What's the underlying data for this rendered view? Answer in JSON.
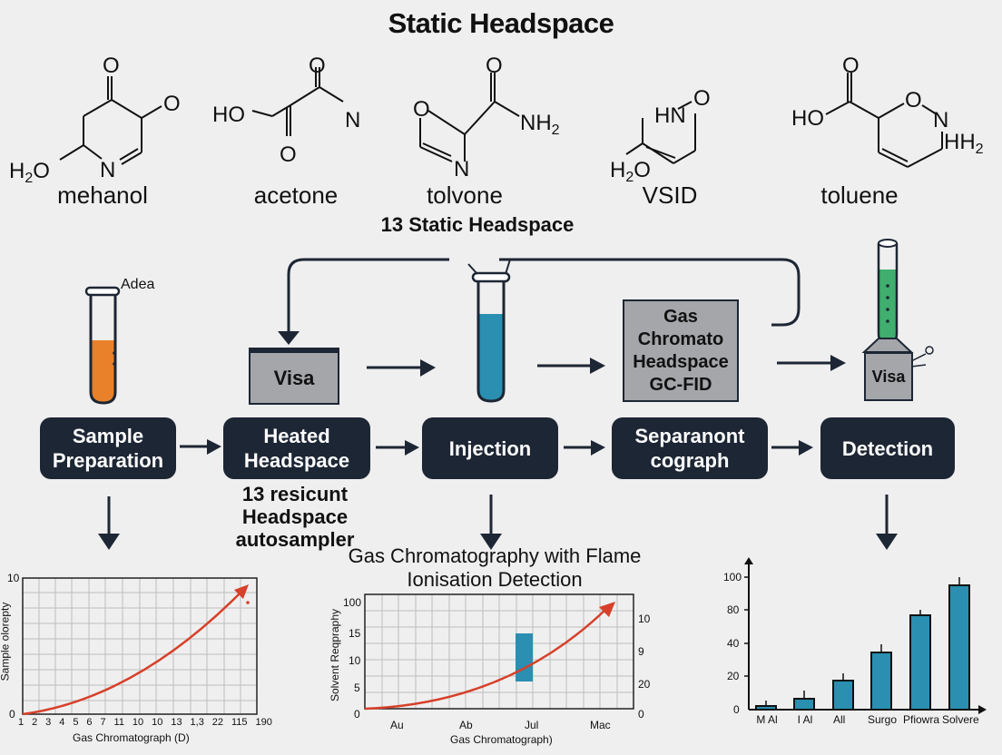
{
  "header": {
    "title": "Static Headspace",
    "subtitle": "13 Static Headspace"
  },
  "molecules": [
    {
      "name": "mehanol",
      "atoms": [
        "O",
        "O",
        "H2O",
        "N"
      ]
    },
    {
      "name": "acetone",
      "atoms": [
        "HO",
        "O",
        "O",
        "N"
      ]
    },
    {
      "name": "tolvone",
      "atoms": [
        "O",
        "O",
        "NH2",
        "N"
      ]
    },
    {
      "name": "VSID",
      "atoms": [
        "HN",
        "O",
        "H2O"
      ]
    },
    {
      "name": "toluene",
      "atoms": [
        "O",
        "HO",
        "O",
        "N",
        "HH2"
      ]
    }
  ],
  "illustrations": {
    "sample_tube_label": "Adea",
    "visa_box_label": "Visa",
    "gc_box_lines": [
      "Gas Chromato",
      "Headspace",
      "GC-FID"
    ],
    "detector_label": "Visa"
  },
  "steps": [
    {
      "label_line1": "Sample",
      "label_line2": "Preparation"
    },
    {
      "label_line1": "Heated",
      "label_line2": "Headspace"
    },
    {
      "label_line1": "Injection",
      "label_line2": ""
    },
    {
      "label_line1": "Separanont",
      "label_line2": "cograph"
    },
    {
      "label_line1": "Detection",
      "label_line2": ""
    }
  ],
  "notes": {
    "heated_headspace": [
      "13 resicunt",
      "Headspace",
      "autosampler"
    ]
  },
  "colors": {
    "dark": "#1d2634",
    "orange": "#e8812a",
    "blue": "#2a8fb0",
    "green": "#3fae6e",
    "gray_box": "#a5a6aa",
    "red_curve": "#d7402a",
    "bar": "#2a8fb0"
  },
  "chart_data": [
    {
      "type": "line",
      "title": "",
      "xlabel": "Gas Chromatograph (D)",
      "ylabel": "Sample olorepty",
      "x_ticks": [
        "1",
        "2",
        "3",
        "4",
        "5",
        "6",
        "7",
        "11",
        "10",
        "10",
        "13",
        "1,3",
        "22",
        "115",
        "190"
      ],
      "y_ticks": [
        "0",
        "10"
      ],
      "ylim": [
        0,
        10
      ],
      "grid": true,
      "series": [
        {
          "name": "curve",
          "x": [
            1,
            2,
            3,
            4,
            5,
            6,
            7,
            8,
            9,
            10,
            11,
            12,
            13,
            14
          ],
          "values": [
            0,
            0.1,
            0.4,
            0.8,
            1.3,
            1.9,
            2.6,
            3.4,
            4.3,
            5.2,
            6.3,
            7.4,
            8.5,
            9.5
          ]
        }
      ]
    },
    {
      "type": "line",
      "title": "Gas Chromatography with Flame Ionisation Detection",
      "xlabel": "Gas Chromatograph)",
      "ylabel": "Solvent Reqpraphy",
      "x_ticks": [
        "Au",
        "Ab",
        "Jul",
        "Mac"
      ],
      "y_ticks_left": [
        "0",
        "5",
        "10",
        "15",
        "100"
      ],
      "y_ticks_right": [
        "0",
        "20",
        "9",
        "10"
      ],
      "grid": true,
      "series": [
        {
          "name": "curve",
          "x": [
            0,
            1,
            2,
            3,
            4,
            5,
            6,
            7,
            8
          ],
          "values": [
            0,
            0.3,
            1,
            2,
            3.5,
            5.5,
            8,
            11,
            14.5
          ]
        }
      ],
      "highlight_bar": {
        "x": "Jul",
        "from": 5,
        "to": 15
      }
    },
    {
      "type": "bar",
      "title": "",
      "categories": [
        "M Al",
        "I Al",
        "All",
        "Surgo",
        "Pfiowra",
        "Solvere"
      ],
      "values": [
        2,
        6,
        17,
        34,
        57,
        95
      ],
      "errors": [
        3,
        5,
        4,
        5,
        4,
        5
      ],
      "y_ticks": [
        "0",
        "20",
        "40",
        "80",
        "100"
      ],
      "ylim": [
        0,
        110
      ],
      "xlabel": "",
      "ylabel": ""
    }
  ]
}
